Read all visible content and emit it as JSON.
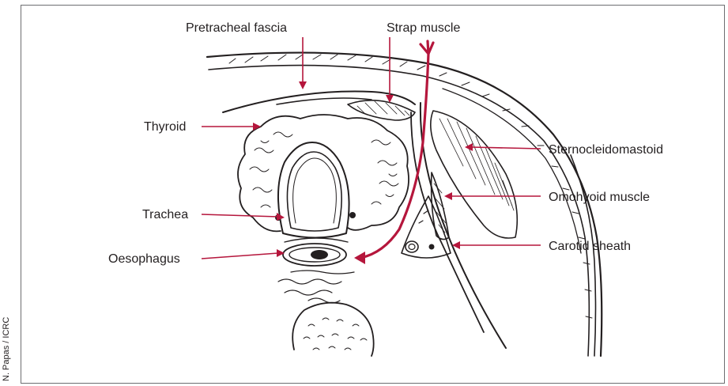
{
  "labels": {
    "pretracheal_fascia": "Pretracheal fascia",
    "strap_muscle": "Strap muscle",
    "thyroid": "Thyroid",
    "trachea": "Trachea",
    "oesophagus": "Oesophagus",
    "sternocleidomastoid": "Sternocleidomastoid",
    "omohyoid_muscle": "Omohyoid muscle",
    "carotid_sheath": "Carotid sheath"
  },
  "credit": "N. Papas / ICRC",
  "colors": {
    "leader": "#b5163c",
    "ink": "#231f20",
    "frame": "#6d6e71"
  }
}
